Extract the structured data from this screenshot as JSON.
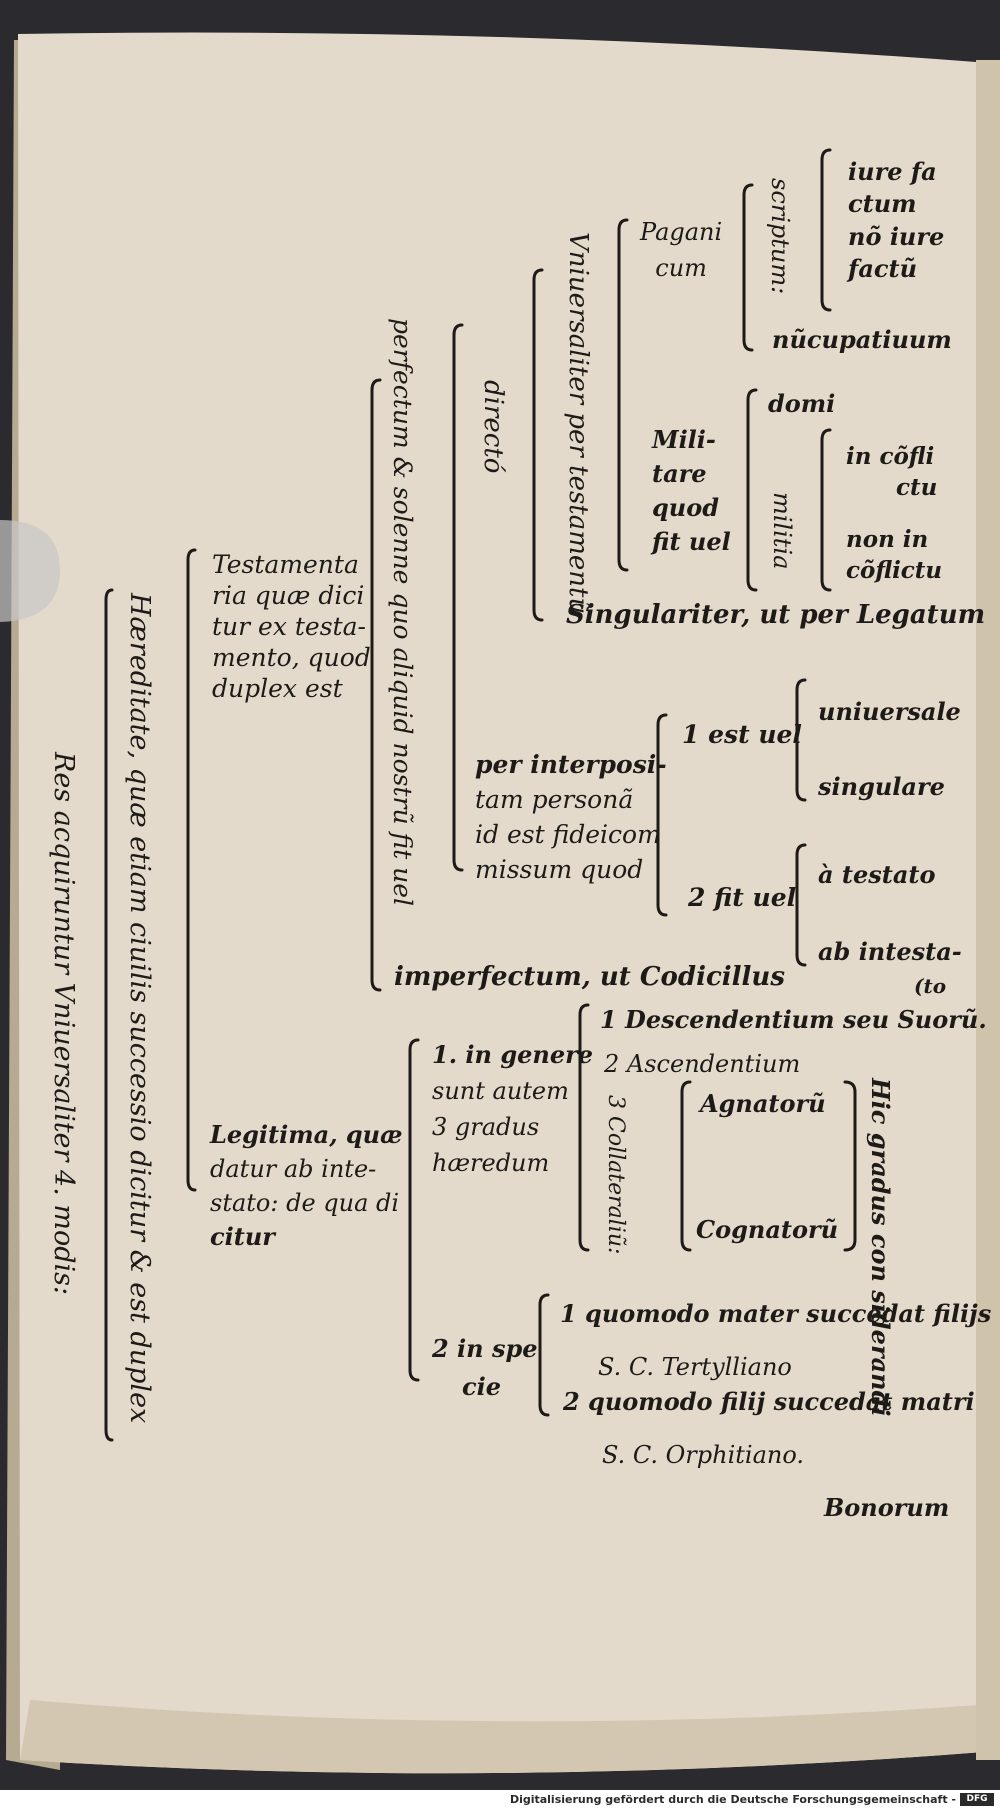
{
  "page": {
    "colors": {
      "paper": "#e3dacb",
      "ink": "#1d1a17",
      "background": "#2b2a2e",
      "edge": "#cfc3ac"
    },
    "title": "Res acquiruntur Vniuersaliter 4. modis:",
    "trunk": "Hæreditate, quæ etiam ciuilis successio dicitur & est duplex",
    "branches": {
      "testamentaria": [
        "Testamenta",
        "ria quæ dici",
        "tur ex testa-",
        "mento, quod",
        "duplex est"
      ],
      "perfectum": "perfectum & solenne quo aliquid nostrũ fit uel",
      "directo": "directó",
      "vniuersaliter": "Vniuersaliter per testamentũ",
      "paganicum": [
        "Pagani",
        "cum"
      ],
      "scriptum": "scriptum:",
      "iure_factum": [
        "iure fa",
        "ctum"
      ],
      "non_iure_factum": [
        "nõ iure",
        "factũ"
      ],
      "nuncupatiuum": "nũcupatiuum",
      "militare": [
        "Mili-",
        "tare",
        "quod",
        "fit uel"
      ],
      "domi": "domi",
      "militia": "militia",
      "in_conflictu": [
        "in cõfli",
        "ctu"
      ],
      "non_in_conflictu": [
        "non in",
        "cõflictu"
      ],
      "singulariter": "Singulariter, ut per Legatum",
      "interposita": [
        "per interposi-",
        "tam personã",
        "id est fideicom",
        "missum quod"
      ],
      "est_uel": "1 est uel",
      "universale": "uniuersale",
      "singulare": "singulare",
      "fit_uel": "2 fit uel",
      "a_testato": "à testato",
      "ab_intestato": [
        "ab intesta-",
        "(to"
      ],
      "imperfectum": "imperfectum, ut Codicillus",
      "legitima": [
        "Legitima, quæ",
        "datur ab inte-",
        "stato: de qua di",
        "citur"
      ],
      "in_genere": [
        "1. in genere",
        "sunt autem",
        "3 gradus",
        "hæredum"
      ],
      "descendentium": "1 Descendentium seu Suorũ.",
      "ascendentium": "2 Ascendentium",
      "collateralium": "3 Collateraliũ:",
      "agnatorum": "Agnatorũ",
      "cognatorum": "Cognatorũ",
      "hic_gradus": "Hic gradus con siderandi",
      "in_specie": [
        "2 in spe",
        "cie"
      ],
      "quomodo_mater": "1 quomodo mater succedat filijs",
      "sc_tertylliano": "S. C. Tertylliano",
      "quomodo_filij": "2 quomodo filij succedat matri",
      "sc_orphitiano": "S. C. Orphitiano.",
      "catchword": "Bonorum"
    }
  },
  "footer": {
    "text": "Digitalisierung gefördert durch die Deutsche Forschungsgemeinschaft -",
    "logo": "DFG"
  }
}
